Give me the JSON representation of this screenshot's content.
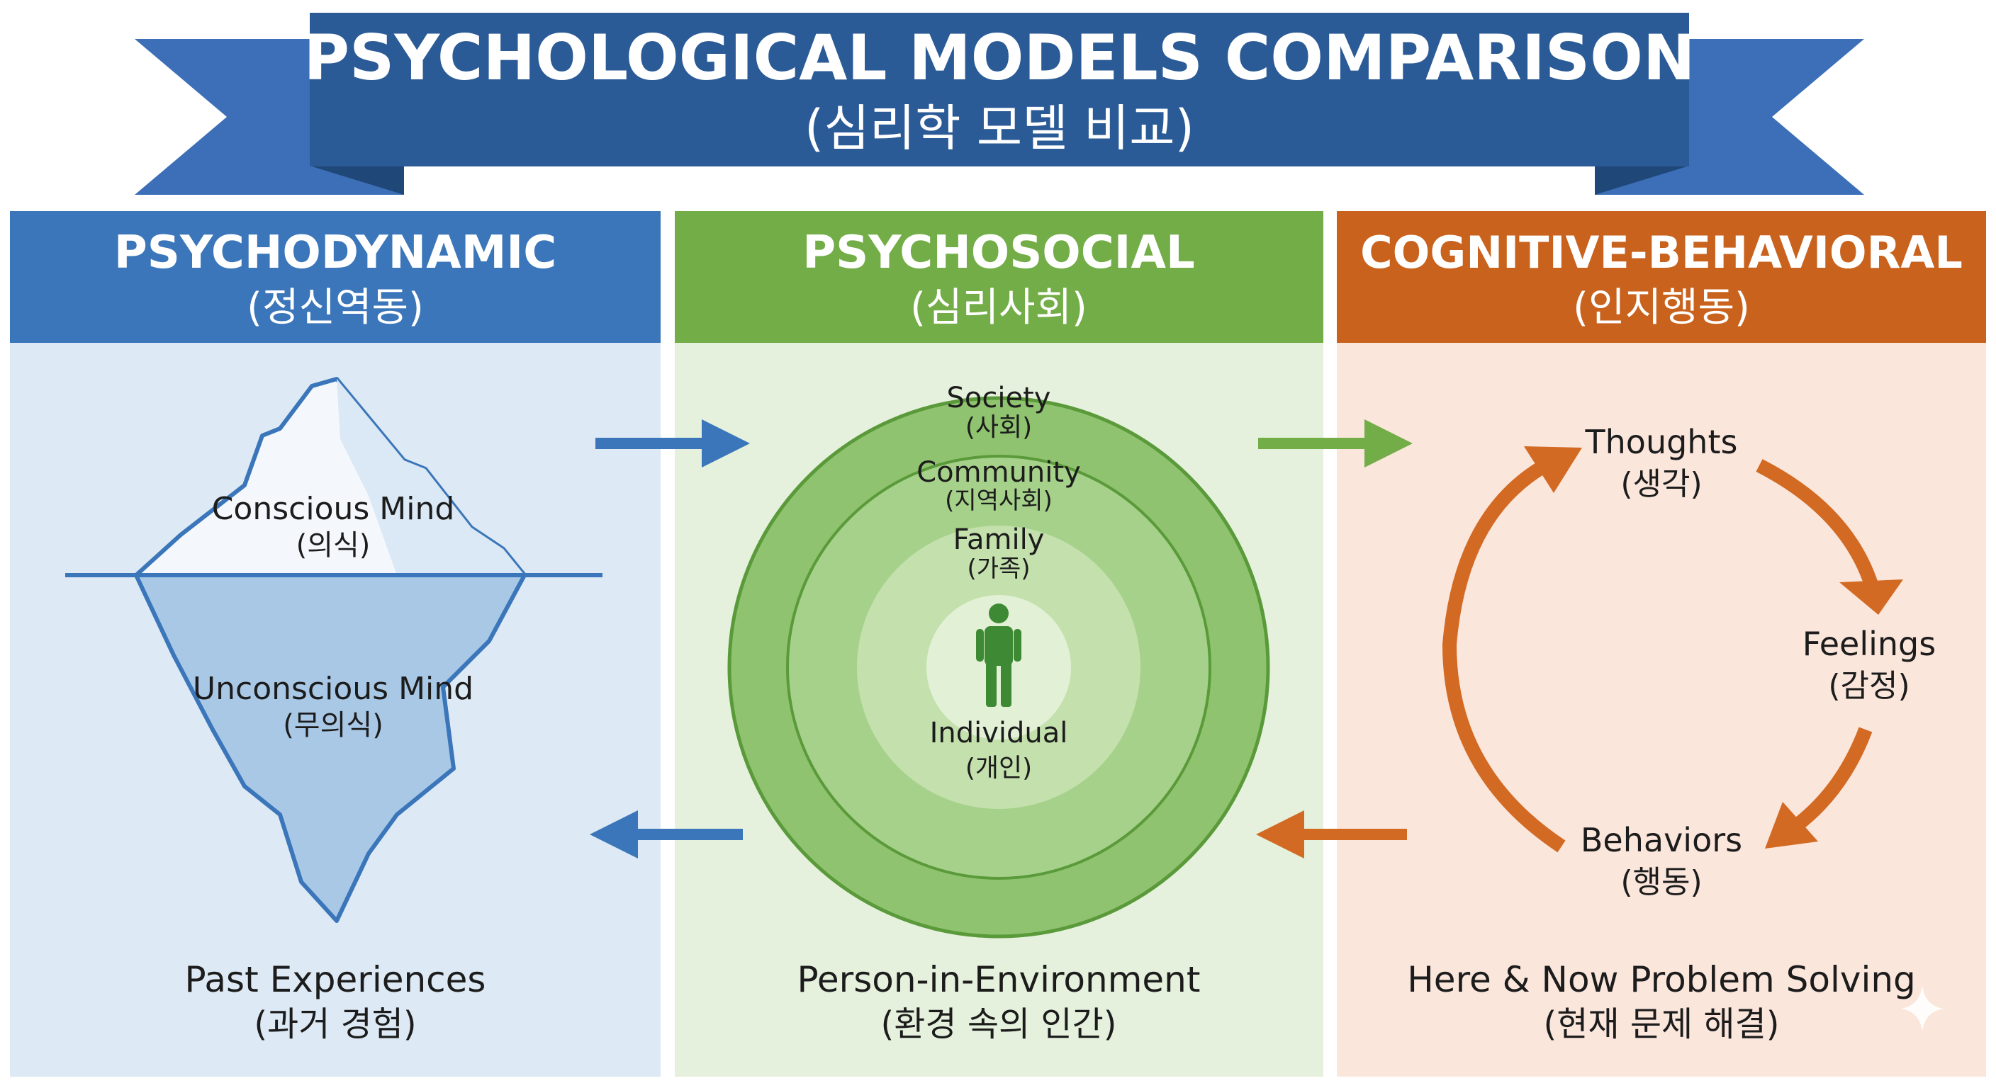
{
  "title": {
    "line1": "PSYCHOLOGICAL MODELS COMPARISON",
    "line2": "(심리학 모델 비교)"
  },
  "colors": {
    "blue_header": "#3a76b9",
    "blue_panel": "#dde9f5",
    "green_header": "#72ad47",
    "green_panel": "#e5f1dc",
    "orange_header": "#c8621d",
    "orange_panel": "#fbe6dc",
    "banner": "#2b5b96",
    "banner_ribbon": "#3c6fb8"
  },
  "panels": {
    "psychodynamic": {
      "title": "PSYCHODYNAMIC",
      "subtitle": "(정신역동)",
      "conscious": "Conscious Mind",
      "conscious_ko": "(의식)",
      "unconscious": "Unconscious Mind",
      "unconscious_ko": "(무의식)",
      "footer": "Past Experiences",
      "footer_ko": "(과거 경험)"
    },
    "psychosocial": {
      "title": "PSYCHOSOCIAL",
      "subtitle": "(심리사회)",
      "society": "Society",
      "society_ko": "(사회)",
      "community": "Community",
      "community_ko": "(지역사회)",
      "family": "Family",
      "family_ko": "(가족)",
      "individual": "Individual",
      "individual_ko": "(개인)",
      "footer": "Person-in-Environment",
      "footer_ko": "(환경 속의 인간)"
    },
    "cognitive": {
      "title": "COGNITIVE-BEHAVIORAL",
      "subtitle": "(인지행동)",
      "thoughts": "Thoughts",
      "thoughts_ko": "(생각)",
      "feelings": "Feelings",
      "feelings_ko": "(감정)",
      "behaviors": "Behaviors",
      "behaviors_ko": "(행동)",
      "footer": "Here & Now Problem Solving",
      "footer_ko": "(현재 문제 해결)"
    }
  },
  "icons": {
    "person": "person-icon",
    "sparkle": "sparkle-icon"
  }
}
